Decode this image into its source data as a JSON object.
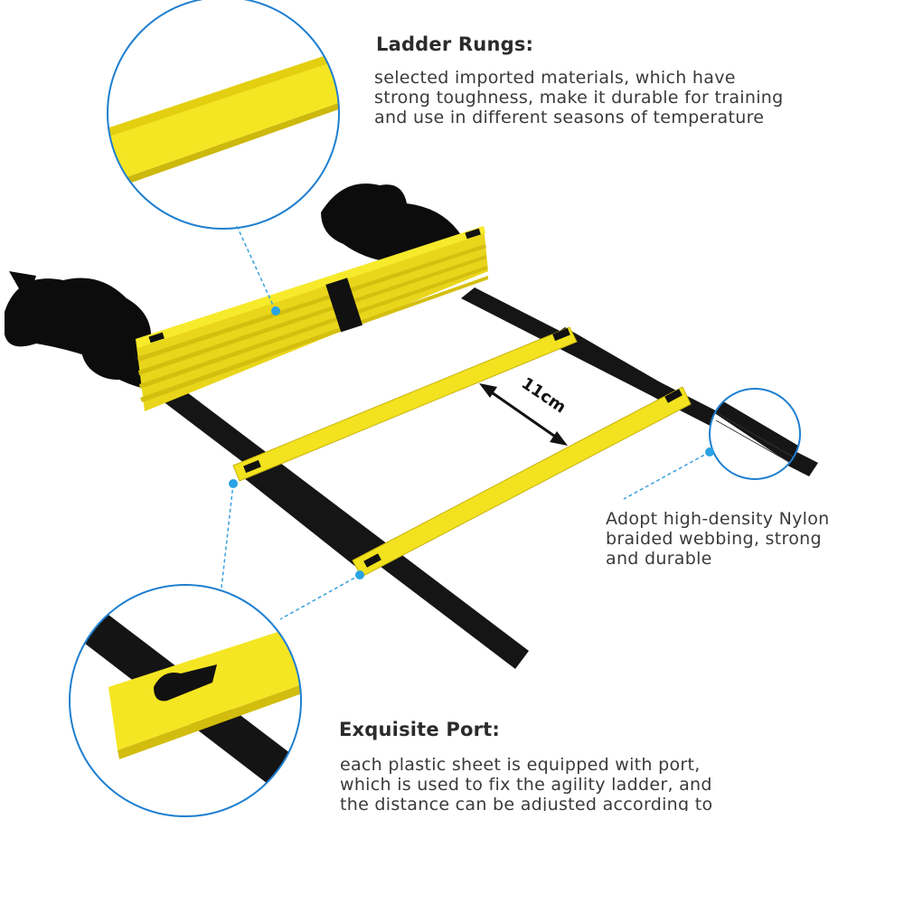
{
  "rungs": {
    "heading": "Ladder Rungs:",
    "lines": [
      "selected imported materials, which have",
      "strong toughness, make it durable for training",
      " and use in different seasons of temperature"
    ]
  },
  "nylon": {
    "lines": [
      "Adopt high-density Nylon",
      "braided webbing, strong",
      "and durable"
    ]
  },
  "port": {
    "heading": "Exquisite Port:",
    "lines": [
      "each plastic sheet is equipped with port,",
      "which is used to fix the agility ladder, and",
      "the distance can be adjusted according to"
    ]
  },
  "measurement": {
    "label": "11cm"
  },
  "colors": {
    "rung_yellow": "#f5e623",
    "webbing_black": "#111111",
    "callout_blue": "#1e7fd0",
    "dot_blue": "#29a3e6"
  },
  "icons": [
    "rung-closeup-magnifier",
    "webbing-closeup-magnifier",
    "port-closeup-magnifier",
    "measure-arrow-icon"
  ]
}
